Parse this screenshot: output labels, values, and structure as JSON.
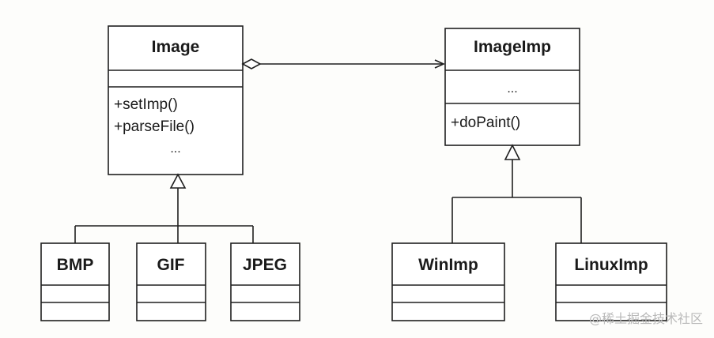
{
  "classes": {
    "image": {
      "name": "Image",
      "attributes": "",
      "methods": [
        "+setImp()",
        "+parseFile()"
      ],
      "ellipsis": "..."
    },
    "imageimp": {
      "name": "ImageImp",
      "attributes": "...",
      "methods": [
        "+doPaint()"
      ]
    },
    "bmp": {
      "name": "BMP"
    },
    "gif": {
      "name": "GIF"
    },
    "jpeg": {
      "name": "JPEG"
    },
    "winimp": {
      "name": "WinImp"
    },
    "linuximp": {
      "name": "LinuxImp"
    }
  },
  "watermark": "@稀土掘金技术社区"
}
